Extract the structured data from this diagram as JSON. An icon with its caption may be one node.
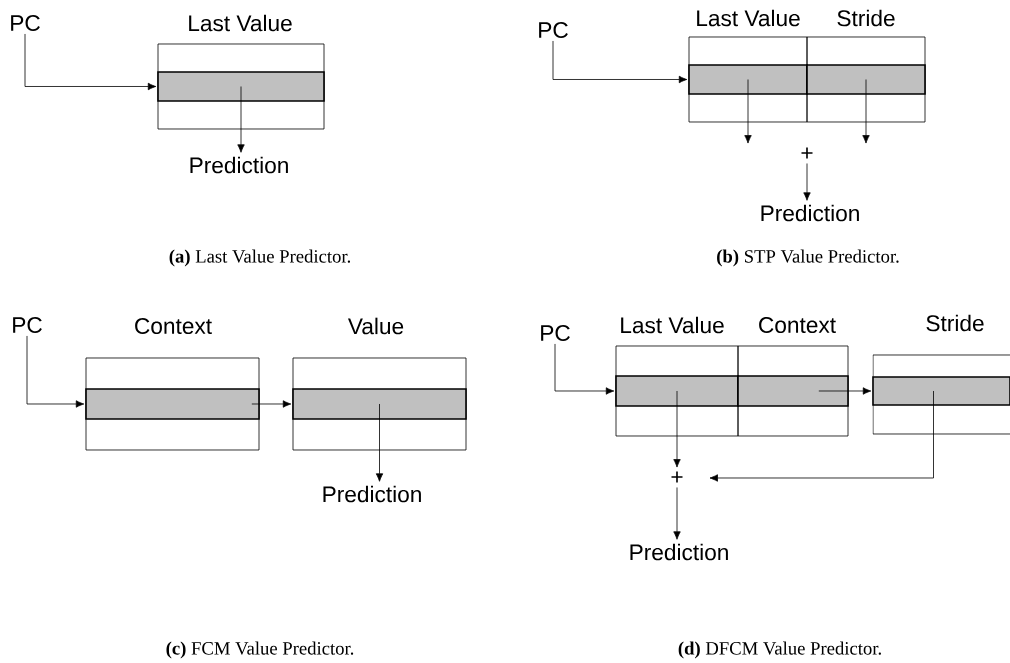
{
  "diagram": {
    "nodes": [
      {
        "text": [
          "PC"
        ]
      },
      {
        "text": [
          "Last Value"
        ]
      },
      {
        "text": [],
        "shape": "bar",
        "in": 1
      },
      {
        "text": [
          "Prediction"
        ]
      },
      {
        "text": [
          "PC"
        ]
      },
      {
        "text": [
          "Last Value"
        ]
      },
      {
        "text": [],
        "shape": "bar",
        "in": 5
      },
      {
        "text": [
          "Stride"
        ]
      },
      {
        "text": [],
        "shape": "bar",
        "in": 7
      },
      {
        "text": [
          "+"
        ]
      },
      {
        "text": [
          "Prediction"
        ]
      },
      {
        "text": [
          "PC"
        ]
      },
      {
        "text": [
          "Context"
        ]
      },
      {
        "text": [],
        "shape": "bar",
        "in": 12
      },
      {
        "text": [
          "Value"
        ]
      },
      {
        "text": [],
        "shape": "bar",
        "in": 14
      },
      {
        "text": [
          "Prediction"
        ]
      },
      {
        "text": [
          "PC"
        ]
      },
      {
        "text": [
          "Last Value"
        ]
      },
      {
        "text": [],
        "shape": "bar",
        "in": 18
      },
      {
        "text": [
          "Context"
        ]
      },
      {
        "text": [],
        "shape": "bar",
        "in": 20
      },
      {
        "text": [
          "Stride"
        ]
      },
      {
        "text": [],
        "shape": "bar",
        "in": 22
      },
      {
        "text": [
          "+"
        ]
      },
      {
        "text": [
          "Prediction"
        ]
      }
    ],
    "edges": [
      {
        "from": 0,
        "to": 2,
        "arrow": "to"
      },
      {
        "from": 2,
        "to": 3,
        "arrow": "to"
      },
      {
        "from": 4,
        "to": 6,
        "arrow": "to"
      },
      {
        "from": 6,
        "to": 9,
        "arrow": "to"
      },
      {
        "from": 8,
        "to": 9,
        "arrow": "to"
      },
      {
        "from": 9,
        "to": 10,
        "arrow": "to"
      },
      {
        "from": 11,
        "to": 13,
        "arrow": "to"
      },
      {
        "from": 13,
        "to": 15,
        "arrow": "to"
      },
      {
        "from": 15,
        "to": 16,
        "arrow": "to"
      },
      {
        "from": 17,
        "to": 19,
        "arrow": "to"
      },
      {
        "from": 21,
        "to": 23,
        "arrow": "to"
      },
      {
        "from": 19,
        "to": 24,
        "arrow": "to"
      },
      {
        "from": 23,
        "to": 24,
        "arrow": "to"
      },
      {
        "from": 24,
        "to": 25,
        "arrow": "to"
      }
    ],
    "labels": [
      "**(a)** Last Value Predictor.",
      "**(b)** STP Value Predictor.",
      "**(c)** FCM Value Predictor.",
      "**(d)** DFCM Value Predictor."
    ]
  }
}
